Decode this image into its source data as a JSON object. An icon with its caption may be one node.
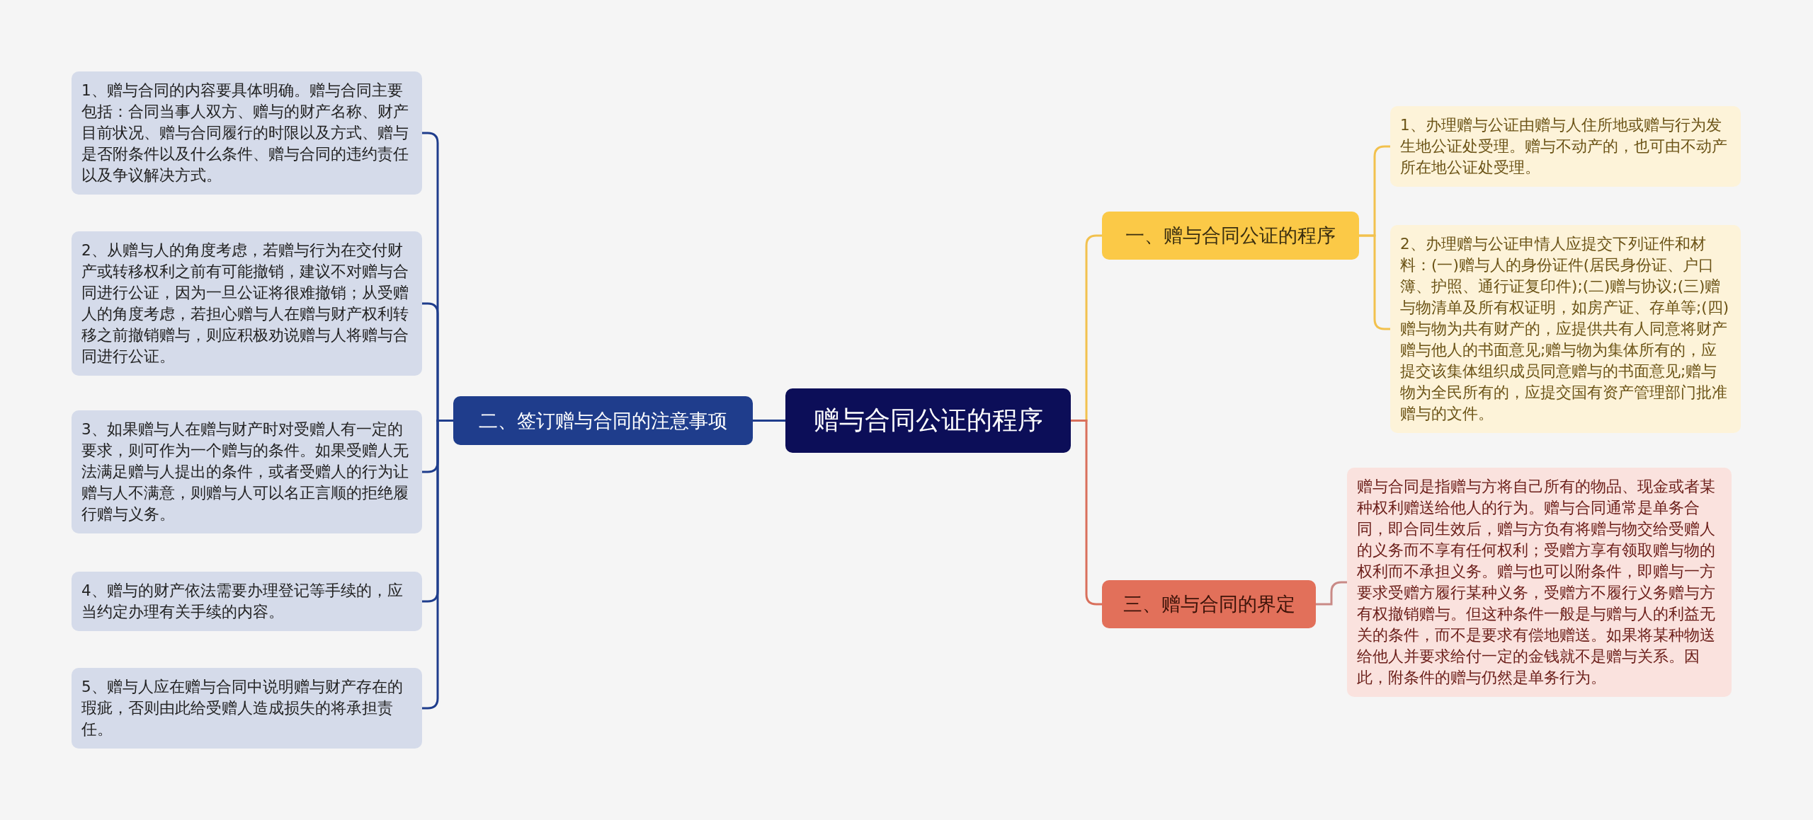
{
  "diagram": {
    "nodes": [
      {
        "text": [
          "赠与合同公证的程序"
        ]
      },
      {
        "text": [
          "一、赠与合同公证的程序"
        ]
      },
      {
        "text": [
          "1、办理赠与公证由赠与人住所地或赠与行为发生地公证处受理。赠与不动产的，也可由不动产所在地公证处受理。"
        ]
      },
      {
        "text": [
          "2、办理赠与公证申情人应提交下列证件和材料：(一)赠与人的身份证件(居民身份证、户口簿、护照、通行证复印件);(二)赠与协议;(三)赠与物清单及所有权证明，如房产证、存单等;(四)赠与物为共有财产的，应提供共有人同意将财产赠与他人的书面意见;赠与物为集体所有的，应提交该集体组织成员同意赠与的书面意见;赠与物为全民所有的，应提交国有资产管理部门批准赠与的文件。"
        ]
      },
      {
        "text": [
          "二、签订赠与合同的注意事项"
        ]
      },
      {
        "text": [
          "1、赠与合同的内容要具体明确。赠与合同主要包括：合同当事人双方、赠与的财产名称、财产目前状况、赠与合同履行的时限以及方式、赠与是否附条件以及什么条件、赠与合同的违约责任以及争议解决方式。"
        ]
      },
      {
        "text": [
          "2、从赠与人的角度考虑，若赠与行为在交付财产或转移权利之前有可能撤销，建议不对赠与合同进行公证，因为一旦公证将很难撤销；从受赠人的角度考虑，若担心赠与人在赠与财产权利转移之前撤销赠与，则应积极劝说赠与人将赠与合同进行公证。"
        ]
      },
      {
        "text": [
          "3、如果赠与人在赠与财产时对受赠人有一定的要求，则可作为一个赠与的条件。如果受赠人无法满足赠与人提出的条件，或者受赠人的行为让赠与人不满意，则赠与人可以名正言顺的拒绝履行赠与义务。"
        ]
      },
      {
        "text": [
          "4、赠与的财产依法需要办理登记等手续的，应当约定办理有关手续的内容。"
        ]
      },
      {
        "text": [
          "5、赠与人应在赠与合同中说明赠与财产存在的瑕疵，否则由此给受赠人造成损失的将承担责任。"
        ]
      },
      {
        "text": [
          "三、赠与合同的界定"
        ]
      },
      {
        "text": [
          "赠与合同是指赠与方将自己所有的物品、现金或者某种权利赠送给他人的行为。赠与合同通常是单务合同，即合同生效后，赠与方负有将赠与物交给受赠人的义务而不享有任何权利；受赠方享有领取赠与物的权利而不承担义务。赠与也可以附条件，即赠与一方要求受赠方履行某种义务，受赠方不履行义务赠与方有权撤销赠与。但这种条件一般是与赠与人的利益无关的条件，而不是要求有偿地赠送。如果将某种物送给他人并要求给付一定的金钱就不是赠与关系。因此，附条件的赠与仍然是单务行为。"
        ]
      }
    ],
    "edges": [
      {
        "from": 0,
        "to": 1,
        "arrow": "none",
        "color": "#f2c14e"
      },
      {
        "from": 1,
        "to": 2,
        "arrow": "none",
        "color": "#f2c14e"
      },
      {
        "from": 1,
        "to": 3,
        "arrow": "none",
        "color": "#f2c14e"
      },
      {
        "from": 0,
        "to": 4,
        "arrow": "none"
      },
      {
        "from": 4,
        "to": 5,
        "arrow": "none"
      },
      {
        "from": 4,
        "to": 6,
        "arrow": "none"
      },
      {
        "from": 4,
        "to": 7,
        "arrow": "none"
      },
      {
        "from": 4,
        "to": 8,
        "arrow": "none"
      },
      {
        "from": 4,
        "to": 9,
        "arrow": "none"
      },
      {
        "from": 0,
        "to": 10,
        "arrow": "none",
        "color": "#d9705c"
      },
      {
        "from": 10,
        "to": 11,
        "arrow": "none",
        "color": "#c98a86"
      }
    ]
  }
}
